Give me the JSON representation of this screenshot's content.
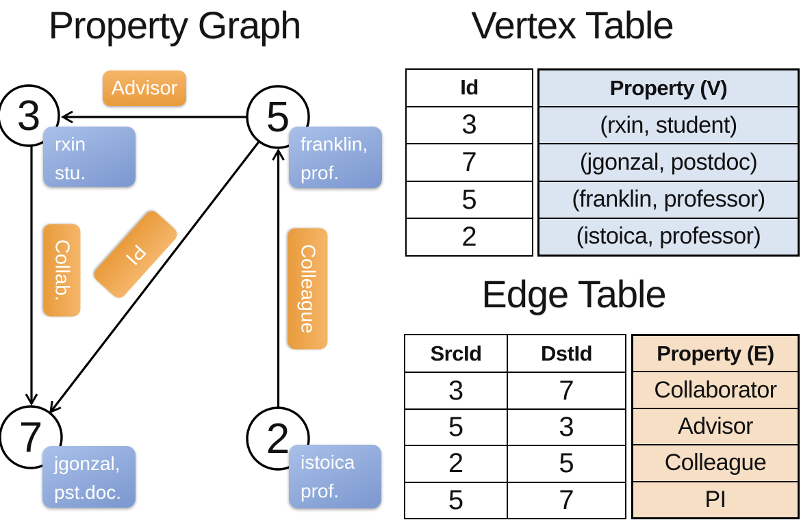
{
  "left_panel": {
    "title": "Property Graph",
    "nodes": [
      {
        "id": "3",
        "property_lines": [
          "rxin",
          "stu."
        ]
      },
      {
        "id": "5",
        "property_lines": [
          "franklin,",
          "prof."
        ]
      },
      {
        "id": "7",
        "property_lines": [
          "jgonzal,",
          "pst.doc."
        ]
      },
      {
        "id": "2",
        "property_lines": [
          "istoica",
          "prof."
        ]
      }
    ],
    "edges": [
      {
        "label": "Advisor",
        "from": "5",
        "to": "3"
      },
      {
        "label": "Collab.",
        "from": "3",
        "to": "7"
      },
      {
        "label": "PI",
        "from": "5",
        "to": "7"
      },
      {
        "label": "Colleague",
        "from": "2",
        "to": "5"
      }
    ]
  },
  "vertex_table": {
    "title": "Vertex Table",
    "headers": [
      "Id",
      "Property (V)"
    ],
    "rows": [
      [
        "3",
        "(rxin, student)"
      ],
      [
        "7",
        "(jgonzal, postdoc)"
      ],
      [
        "5",
        "(franklin, professor)"
      ],
      [
        "2",
        "(istoica, professor)"
      ]
    ]
  },
  "edge_table": {
    "title": "Edge Table",
    "headers": [
      "SrcId",
      "DstId",
      "Property (E)"
    ],
    "rows": [
      [
        "3",
        "7",
        "Collaborator"
      ],
      [
        "5",
        "3",
        "Advisor"
      ],
      [
        "2",
        "5",
        "Colleague"
      ],
      [
        "5",
        "7",
        "PI"
      ]
    ]
  },
  "colors": {
    "edge_label_fill_top": "#f5b66a",
    "edge_label_fill_bottom": "#e99b3c",
    "vertex_label_fill_top": "#a9c0e9",
    "vertex_label_fill_bottom": "#7b97cf",
    "vertex_table_cell_bg": "#dbe5f2",
    "edge_table_cell_bg": "#f6dfc5",
    "line_color": "#000000"
  }
}
